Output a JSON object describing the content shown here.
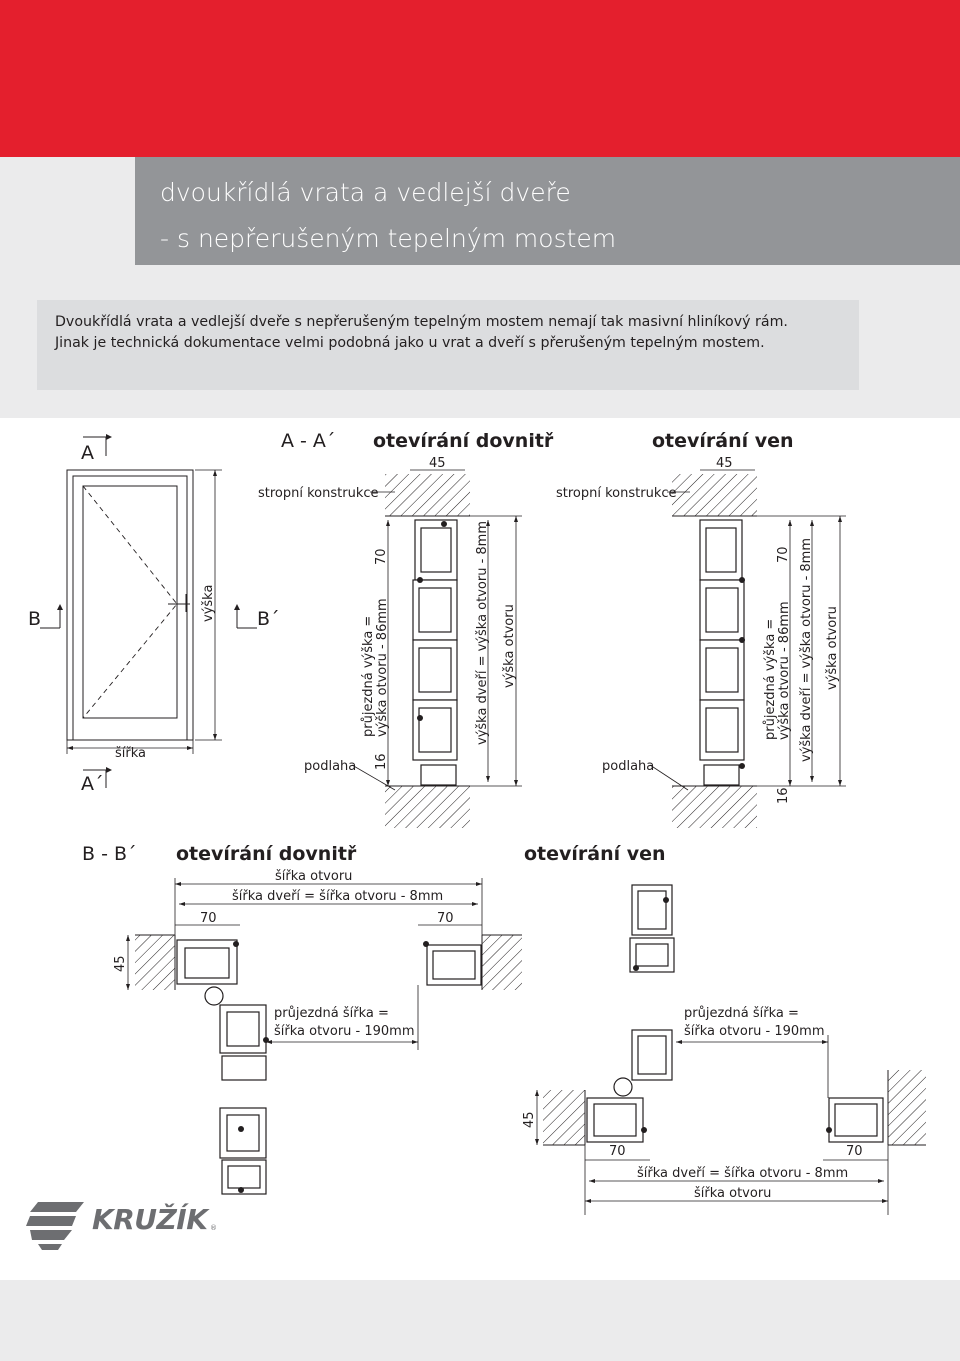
{
  "header": {
    "title_line1": "dvoukřídlá vrata a vedlejší dveře",
    "title_line2": "- s nepřerušeným tepelným mostem"
  },
  "intro": {
    "line1": "Dvoukřídlá vrata a vedlejší dveře s nepřerušeným tepelným mostem nemají tak masivní hliníkový rám.",
    "line2": "Jinak je technická dokumentace velmi podobná jako u vrat a dveří s přerušeným tepelným mostem."
  },
  "door": {
    "mark_a": "A",
    "mark_a_prime": "A´",
    "mark_b": "B",
    "mark_b_prime": "B´",
    "width_label": "šířka",
    "height_label": "výška"
  },
  "section_aa": {
    "heading": "A - A´",
    "inward": {
      "title": "otevírání dovnitř",
      "dim_45": "45",
      "ceiling": "stropní konstrukce",
      "floor": "podlaha",
      "dim_70": "70",
      "dim_16": "16",
      "passage_1": "průjezdná výška =",
      "passage_2": "výška otvoru - 86mm",
      "door_height": "výška dveří = výška otvoru - 8mm",
      "opening_height": "výška otvoru"
    },
    "outward": {
      "title": "otevírání ven",
      "dim_45": "45",
      "ceiling": "stropní konstrukce",
      "floor": "podlaha",
      "dim_70": "70",
      "dim_16": "16",
      "passage_1": "průjezdná výška =",
      "passage_2": "výška otvoru - 86mm",
      "door_height": "výška dveří = výška otvoru - 8mm",
      "opening_height": "výška otvoru"
    }
  },
  "section_bb": {
    "heading": "B - B´",
    "inward": {
      "title": "otevírání dovnitř",
      "opening_width": "šířka otvoru",
      "door_width": "šířka dveří = šířka otvoru - 8mm",
      "dim_70_left": "70",
      "dim_70_right": "70",
      "dim_45": "45",
      "passage_1": "průjezdná šířka =",
      "passage_2": "šířka otvoru - 190mm"
    },
    "outward": {
      "title": "otevírání ven",
      "passage_1": "průjezdná šířka =",
      "passage_2": "šířka otvoru - 190mm",
      "dim_45": "45",
      "dim_70_left": "70",
      "dim_70_right": "70",
      "door_width": "šířka dveří = šířka otvoru - 8mm",
      "opening_width": "šířka otvoru"
    }
  },
  "logo": {
    "text": "KRUŽÍK",
    "reg": "®"
  },
  "colors": {
    "brand_red": "#e41f2d",
    "title_gray": "#939598",
    "intro_bg": "#dcdddf",
    "page_bg": "#ebebec",
    "logo_gray": "#6d6e71"
  }
}
